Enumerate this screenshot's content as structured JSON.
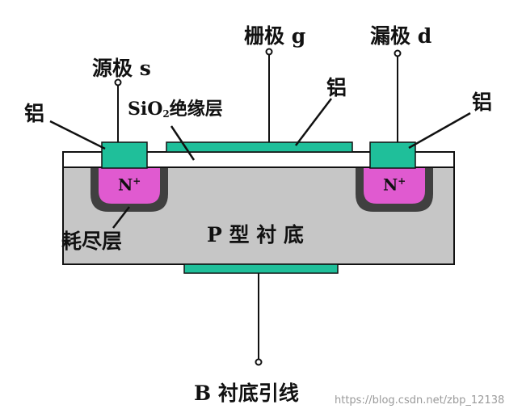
{
  "labels": {
    "source": "源极 s",
    "gate": "栅极 g",
    "drain": "漏极 d",
    "aluminum_left": "铝",
    "aluminum_center": "铝",
    "aluminum_right": "铝",
    "sio2_prefix": "SiO",
    "sio2_subscript": "2",
    "sio2_suffix": "绝缘层",
    "n_plus_left_base": "N",
    "n_plus_left_sup": "+",
    "n_plus_right_base": "N",
    "n_plus_right_sup": "+",
    "depletion": "耗尽层",
    "substrate": "P 型 衬 底",
    "bulk_lead": "B 衬底引线"
  },
  "watermark": "https://blog.csdn.net/zbp_12138",
  "colors": {
    "aluminum": "#1fbf9a",
    "oxide": "#ffffff",
    "substrate": "#c6c6c6",
    "depletion": "#404040",
    "n_plus": "#e05ad0",
    "outline": "#111111"
  }
}
